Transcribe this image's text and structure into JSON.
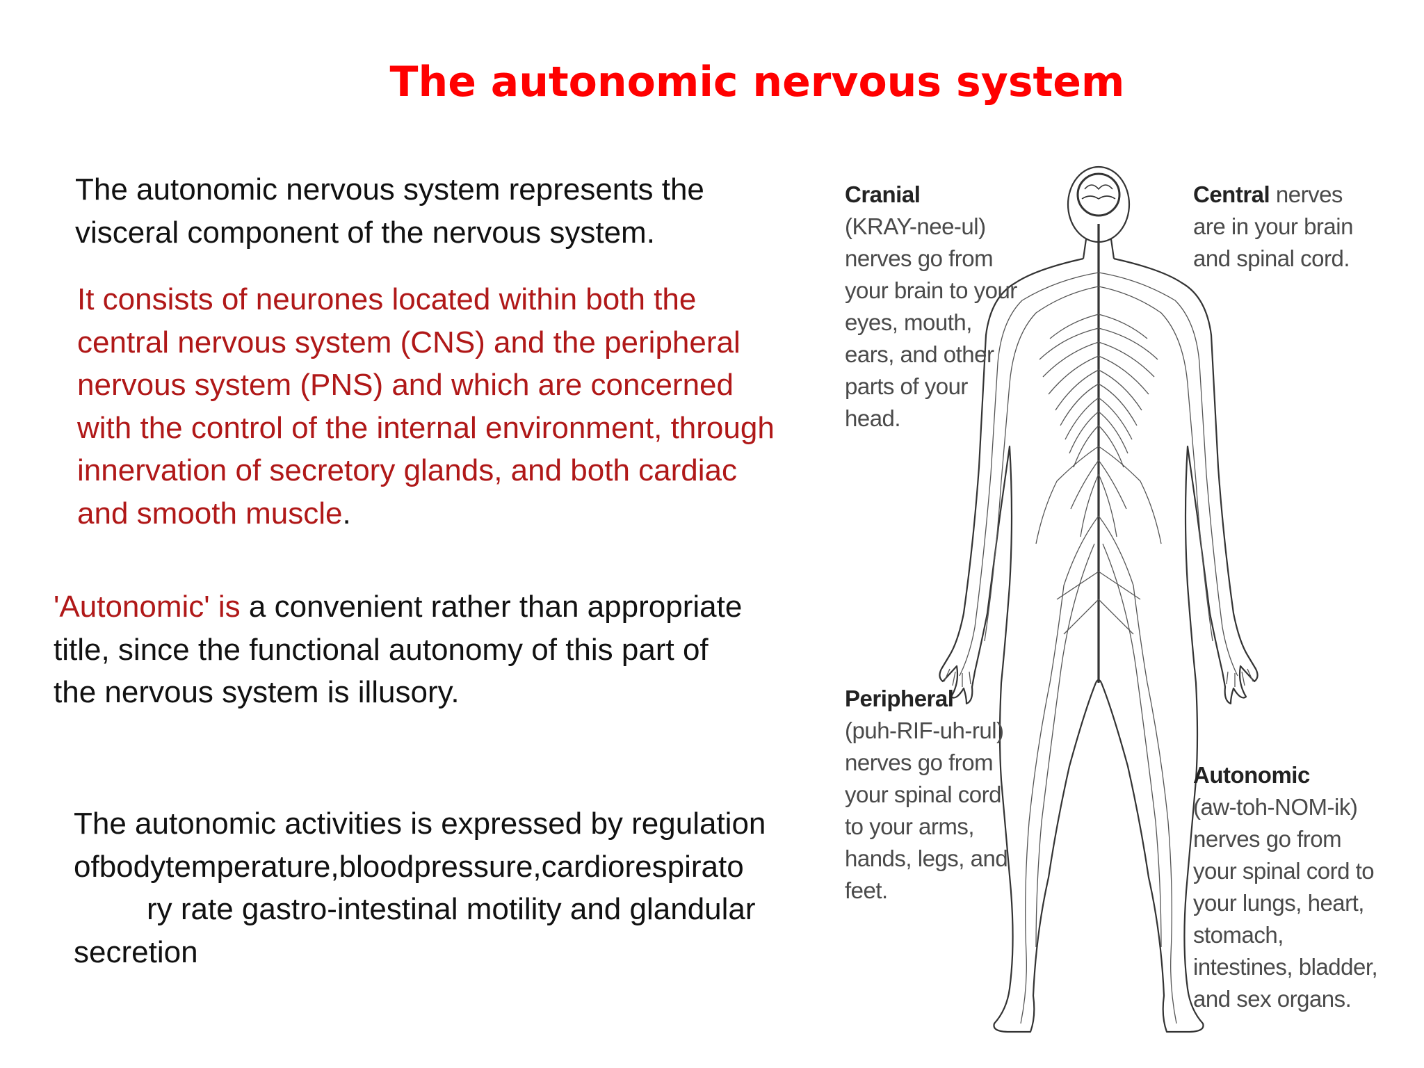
{
  "slide": {
    "title": "The autonomic nervous system",
    "para1": "The autonomic nervous system represents the visceral component of the nervous system.",
    "para2_red": "It consists of neurones located within both the central nervous system (CNS) and the peripheral nervous system (PNS) and which are concerned with the control of the internal environment, through innervation of secretory glands, and both cardiac and smooth muscle",
    "para2_end": ".",
    "para3_red": "'Autonomic' is",
    "para3_rest": " a convenient rather than appropriate title, since the functional autonomy of this part of the nervous system is illusory.",
    "para4_line1": "The autonomic activities is expressed by regulation ofbodytemperature,bloodpressure,cardiorespirato",
    "para4_line2": "ry rate gastro-intestinal motility and glandular secretion"
  },
  "figure": {
    "cranial": {
      "term": "Cranial",
      "text": "(KRAY-nee-ul) nerves go from your brain to your eyes, mouth, ears, and other parts of your head."
    },
    "central": {
      "term": "Central",
      "text": " nerves are in your brain and spinal cord."
    },
    "peripheral": {
      "term": "Peripheral",
      "text": "(puh-RIF-uh-rul) nerves go from your spinal cord to your arms, hands, legs, and feet."
    },
    "autonomic": {
      "term": "Autonomic",
      "text": "(aw-toh-NOM-ik) nerves go from your spinal cord to your lungs, heart, stomach, intestines, bladder, and sex organs."
    }
  },
  "colors": {
    "title": "#ff0000",
    "highlight_text": "#b01818",
    "body_text": "#111111"
  }
}
